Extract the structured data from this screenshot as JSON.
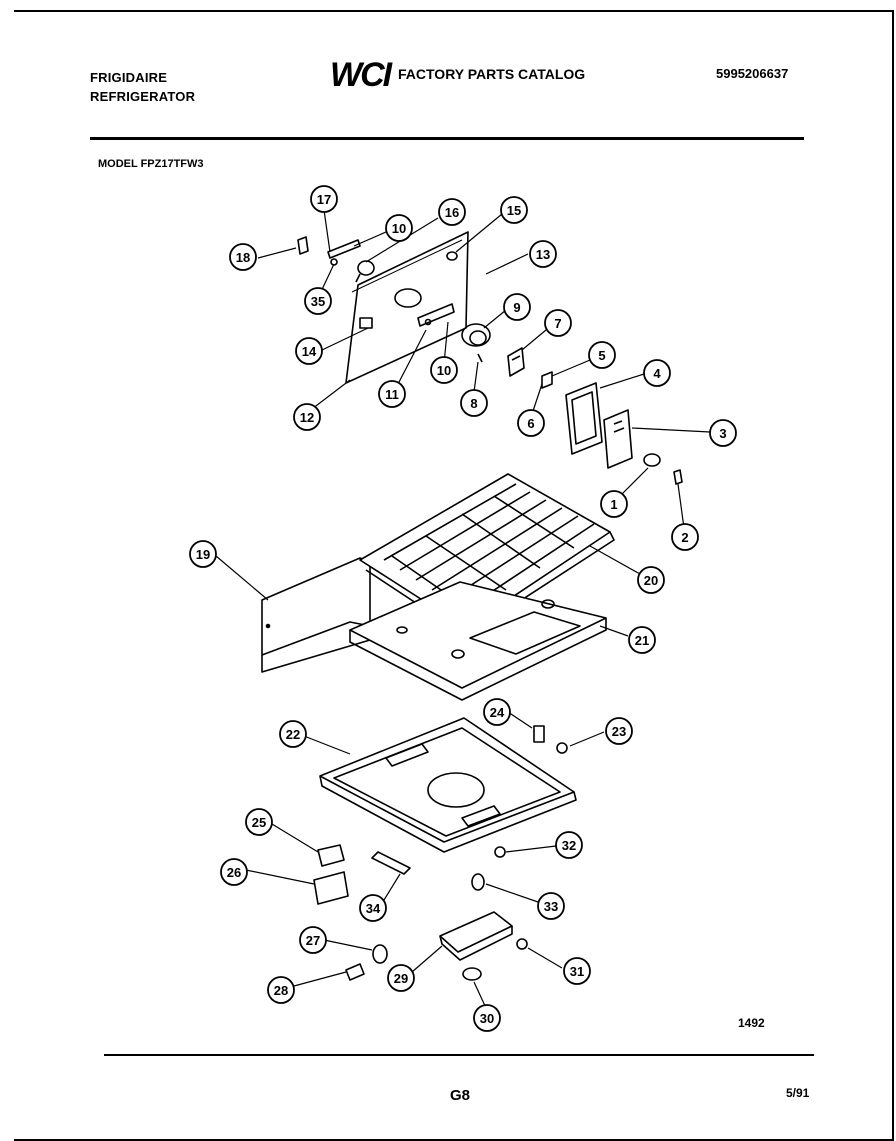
{
  "header": {
    "brand_line1": "FRIGIDAIRE",
    "brand_line2": "REFRIGERATOR",
    "logo_text": "WCI",
    "catalog_title": "FACTORY PARTS CATALOG",
    "part_number": "5995206637"
  },
  "model_label": "MODEL FPZ17TFW3",
  "diagram": {
    "callouts": [
      "17",
      "10",
      "16",
      "15",
      "18",
      "13",
      "35",
      "9",
      "7",
      "14",
      "5",
      "4",
      "11",
      "10",
      "12",
      "8",
      "6",
      "3",
      "1",
      "2",
      "19",
      "20",
      "21",
      "24",
      "23",
      "22",
      "25",
      "32",
      "26",
      "33",
      "34",
      "27",
      "31",
      "29",
      "28",
      "30"
    ],
    "drawing_number": "1492"
  },
  "footer": {
    "page_code": "G8",
    "date": "5/91"
  }
}
